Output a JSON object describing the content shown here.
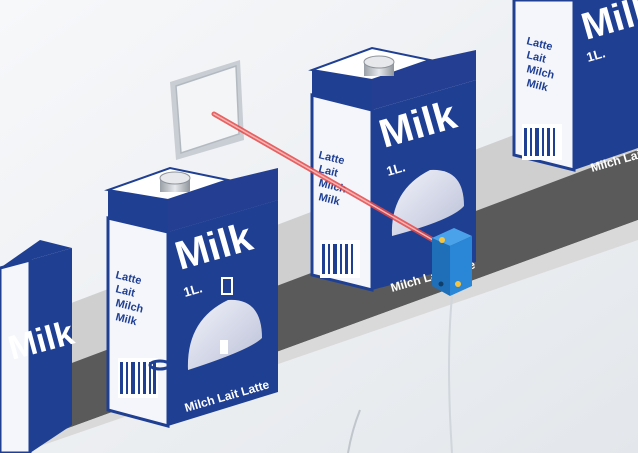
{
  "cartons": {
    "brand": "Milk",
    "volume": "1L.",
    "languages": [
      "Latte",
      "Lait",
      "Milch",
      "Milk"
    ],
    "bottom_text": "Milch Lait Latte"
  },
  "colors": {
    "carton_blue": "#1f3f93",
    "carton_white": "#f4f6fb",
    "belt_top": "#5b5b5b",
    "belt_side": "#c9c9c9",
    "laser": "#e34a4a",
    "sensor": "#2a86d6",
    "reflector": "#d8dde3"
  },
  "icons": {
    "sensor": "photoelectric-sensor-icon",
    "reflector": "reflector-plate-icon",
    "cable": "sensor-cable-icon"
  }
}
